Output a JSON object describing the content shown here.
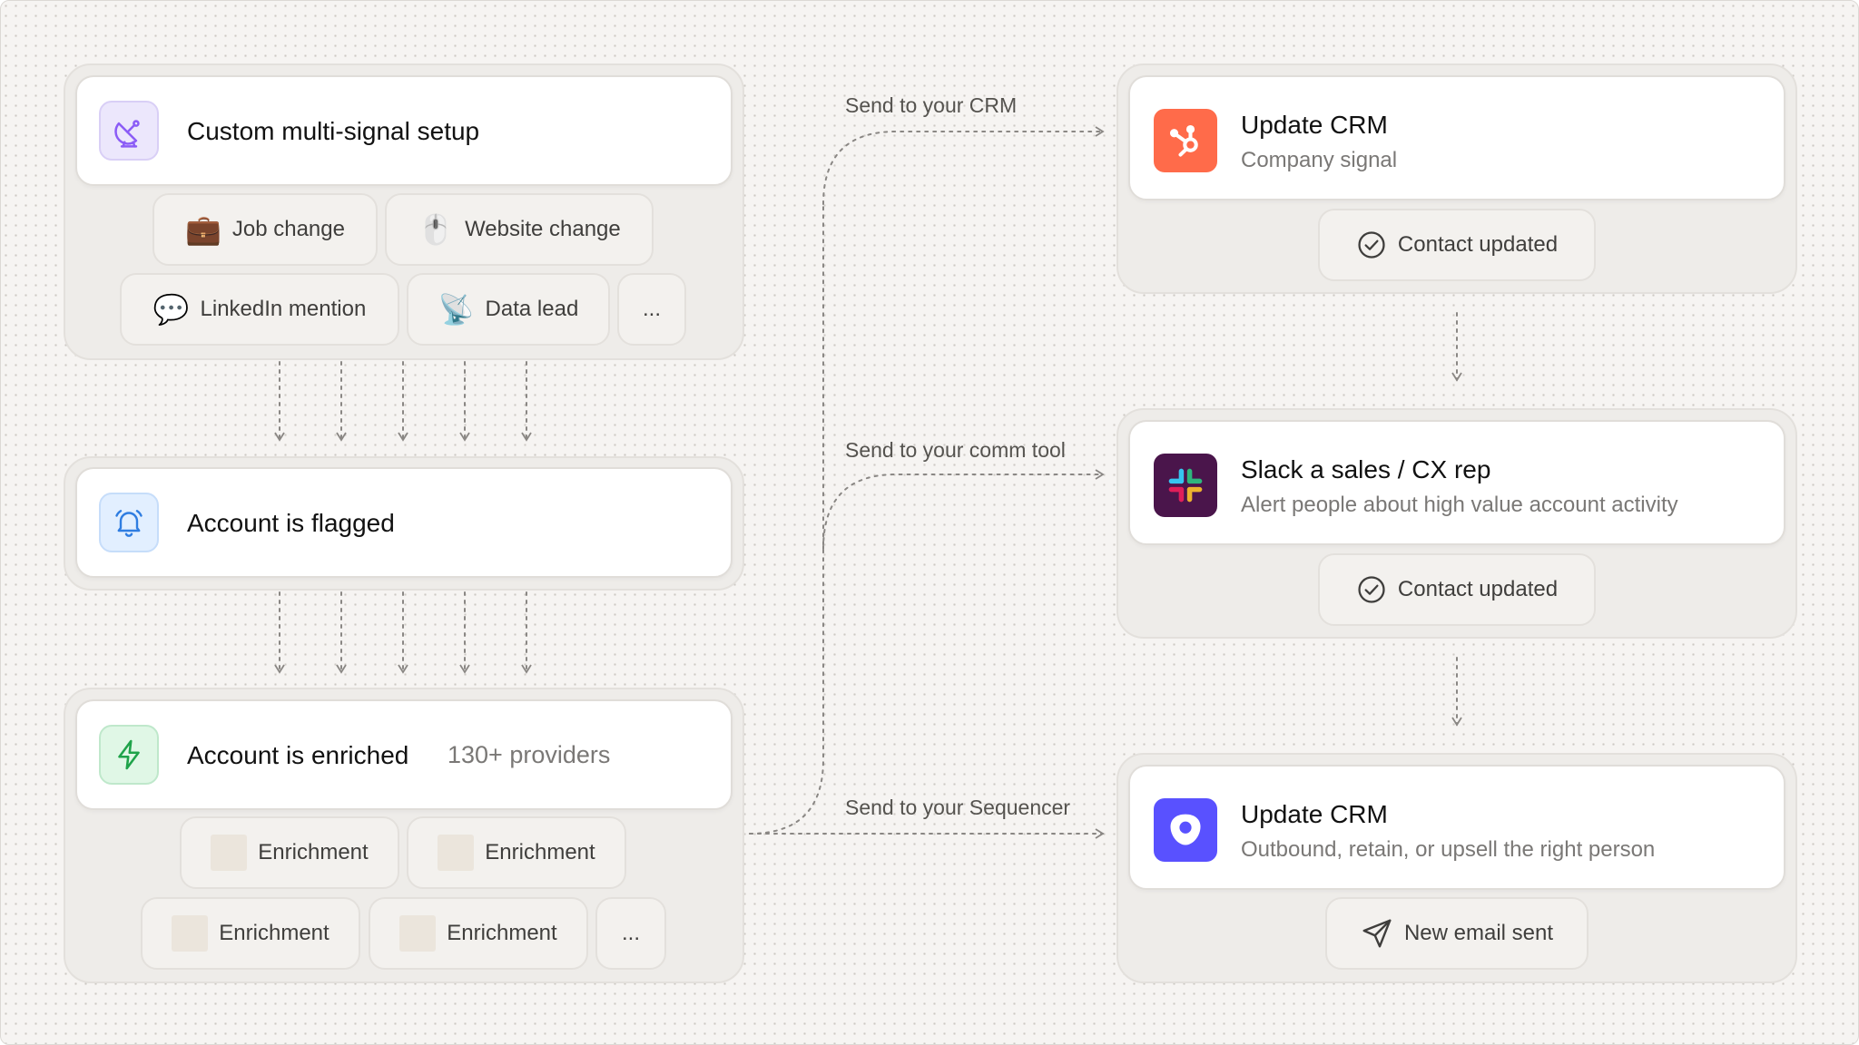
{
  "signal_setup": {
    "title": "Custom multi-signal setup",
    "signals": [
      {
        "icon": "briefcase-emoji",
        "glyph": "💼",
        "label": "Job change"
      },
      {
        "icon": "cursor-click-emoji",
        "glyph": "🖱️",
        "label": "Website change"
      },
      {
        "icon": "speech-bubble-emoji",
        "glyph": "💬",
        "label": "LinkedIn mention"
      },
      {
        "icon": "satellite-dish-emoji",
        "glyph": "📡",
        "label": "Data lead"
      }
    ],
    "more_label": "..."
  },
  "flagged": {
    "title": "Account is flagged",
    "icon": "bell-icon"
  },
  "enriched": {
    "title": "Account is enriched",
    "subtitle": "130+ providers",
    "icon": "lightning-icon",
    "providers": [
      "Enrichment",
      "Enrichment",
      "Enrichment",
      "Enrichment"
    ],
    "more_label": "..."
  },
  "routes": [
    {
      "label": "Send to your CRM"
    },
    {
      "label": "Send to your comm tool"
    },
    {
      "label": "Send to your Sequencer"
    }
  ],
  "destinations": [
    {
      "icon": "hubspot-icon",
      "title": "Update CRM",
      "subtitle": "Company signal",
      "status_icon": "check-circle-icon",
      "status": "Contact updated"
    },
    {
      "icon": "slack-icon",
      "title": "Slack a sales / CX rep",
      "subtitle": "Alert people about high value account activity",
      "status_icon": "check-circle-icon",
      "status": "Contact updated"
    },
    {
      "icon": "outreach-icon",
      "title": "Update CRM",
      "subtitle": "Outbound, retain, or upsell the right person",
      "status_icon": "send-icon",
      "status": "New email sent"
    }
  ],
  "colors": {
    "hubspot": "#ff6b4a",
    "slack": "#4a154b",
    "outreach": "#5951ff",
    "connector": "#8a8784"
  }
}
